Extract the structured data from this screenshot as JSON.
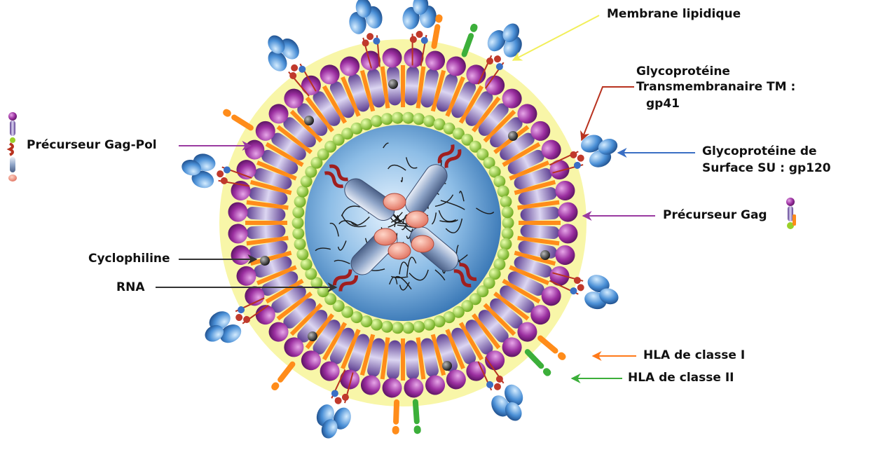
{
  "labels": {
    "membrane": "Membrane lipidique",
    "tm_line1": "Glycoprotéine",
    "tm_line2": "Transmembranaire TM :",
    "tm_line3": "gp41",
    "su_line1": "Glycoprotéine de",
    "su_line2": "Surface SU : gp120",
    "gag_pol": "Précurseur Gag-Pol",
    "gag": "Précurseur Gag",
    "cyclophiline": "Cyclophiline",
    "rna": "RNA",
    "hla1": "HLA de classe I",
    "hla2": "HLA de classe II"
  },
  "colors": {
    "membrane_outer": "#f7f59a",
    "lipid_head": "#8c2c8e",
    "lipid_tail": "#6e5fb0",
    "lipid_gap": "#ff8c1a",
    "matrix_ring": "#9ad02a",
    "core": "#3f84c4",
    "rna_strand": "#1a1a1a",
    "glycoprotein": "#4a8fd6",
    "tm_red": "#c0392b",
    "arrow_membrane": "#f2ef5a",
    "arrow_tm": "#b8321f",
    "arrow_su": "#3a6fc4",
    "arrow_gagpol": "#9a3aa0",
    "arrow_gag": "#9a3aa0",
    "arrow_cyclo": "#222222",
    "arrow_rna": "#222222",
    "arrow_hla1": "#ff7a1a",
    "arrow_hla2": "#3caf3a"
  },
  "icons": [
    "gag-pol-precursor-icon",
    "gag-precursor-icon"
  ]
}
